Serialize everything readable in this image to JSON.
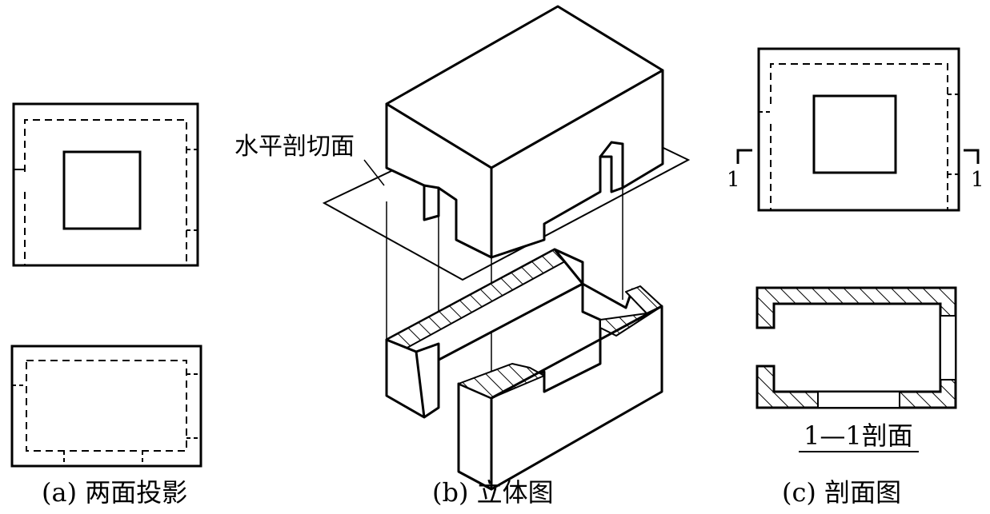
{
  "diagram": {
    "panels": [
      {
        "id": "a",
        "caption": "(a) 两面投影"
      },
      {
        "id": "b",
        "caption": "(b) 立体图"
      },
      {
        "id": "c",
        "caption": "(c) 剖面图"
      }
    ],
    "cutting_plane_label": "水平剖切面",
    "section_mark": "1",
    "section_title": "1—1剖面"
  }
}
